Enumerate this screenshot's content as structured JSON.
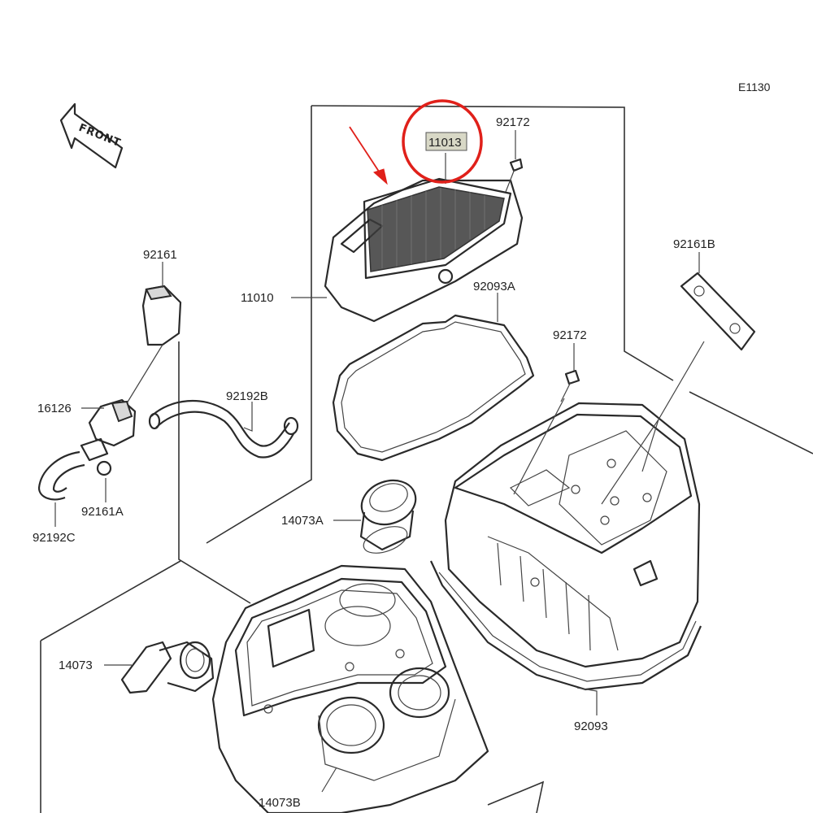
{
  "diagram": {
    "code": "E1130",
    "front_label": "FRONT",
    "parts": {
      "p11013": "11013",
      "p92172_top": "92172",
      "p92161B": "92161B",
      "p11010": "11010",
      "p92093A": "92093A",
      "p92172_mid": "92172",
      "p92161": "92161",
      "p16126": "16126",
      "p92192B": "92192B",
      "p92161A": "92161A",
      "p92192C": "92192C",
      "p14073A": "14073A",
      "p14073": "14073",
      "p92093": "92093",
      "p14073B": "14073B"
    },
    "highlight_color": "#e0201a"
  }
}
